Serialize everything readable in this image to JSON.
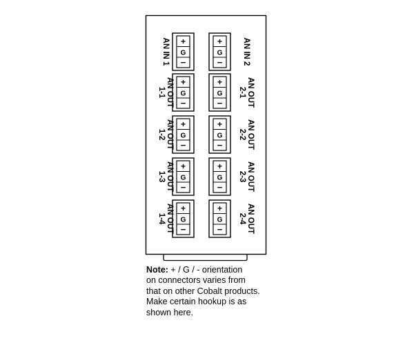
{
  "panel": {
    "left_connectors": [
      {
        "label_lines": [
          "AN IN 1"
        ],
        "pins": [
          "+",
          "G",
          "−"
        ]
      },
      {
        "label_lines": [
          "AN OUT",
          "1-1"
        ],
        "pins": [
          "+",
          "G",
          "−"
        ]
      },
      {
        "label_lines": [
          "AN OUT",
          "1-2"
        ],
        "pins": [
          "+",
          "G",
          "−"
        ]
      },
      {
        "label_lines": [
          "AN OUT",
          "1-3"
        ],
        "pins": [
          "+",
          "G",
          "−"
        ]
      },
      {
        "label_lines": [
          "AN OUT",
          "1-4"
        ],
        "pins": [
          "+",
          "G",
          "−"
        ]
      }
    ],
    "right_connectors": [
      {
        "label_lines": [
          "AN IN 2"
        ],
        "pins": [
          "+",
          "G",
          "−"
        ]
      },
      {
        "label_lines": [
          "AN OUT",
          "2-1"
        ],
        "pins": [
          "+",
          "G",
          "−"
        ]
      },
      {
        "label_lines": [
          "AN OUT",
          "2-2"
        ],
        "pins": [
          "+",
          "G",
          "−"
        ]
      },
      {
        "label_lines": [
          "AN OUT",
          "2-3"
        ],
        "pins": [
          "+",
          "G",
          "−"
        ]
      },
      {
        "label_lines": [
          "AN OUT",
          "2-4"
        ],
        "pins": [
          "+",
          "G",
          "−"
        ]
      }
    ]
  },
  "note": {
    "label": "Note:",
    "first_line_rest": " + / G / - orientation",
    "lines": [
      "on connectors varies from",
      "that on other Cobalt products.",
      "Make certain hookup is as",
      "shown here."
    ]
  },
  "colors": {
    "line": "#000000",
    "background": "#ffffff"
  }
}
